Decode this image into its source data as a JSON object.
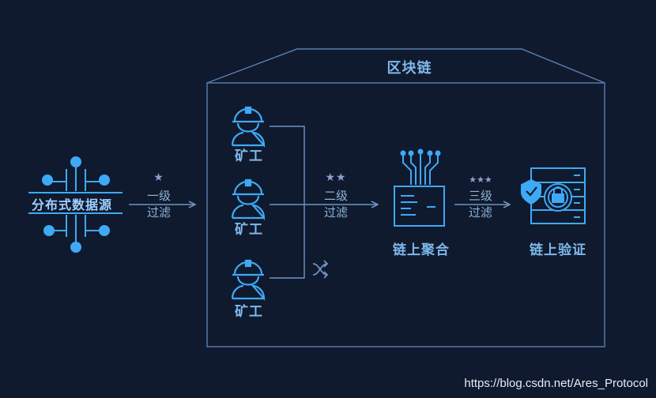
{
  "blockchain_label": "区块链",
  "data_source_label": "分布式数据源",
  "filters": [
    {
      "stars": "★",
      "line1": "一级",
      "line2": "过滤"
    },
    {
      "stars": "★★",
      "line1": "二级",
      "line2": "过滤"
    },
    {
      "stars": "★★★",
      "line1": "三级",
      "line2": "过滤"
    }
  ],
  "miners": [
    "矿工",
    "矿工",
    "矿工"
  ],
  "aggregation_label": "链上聚合",
  "verification_label": "链上验证",
  "watermark": "https://blog.csdn.net/Ares_Protocol",
  "colors": {
    "background": "#0f1a2e",
    "line": "#6f93c2",
    "icon": "#3fa9f5",
    "text": "#7fb8ec"
  }
}
